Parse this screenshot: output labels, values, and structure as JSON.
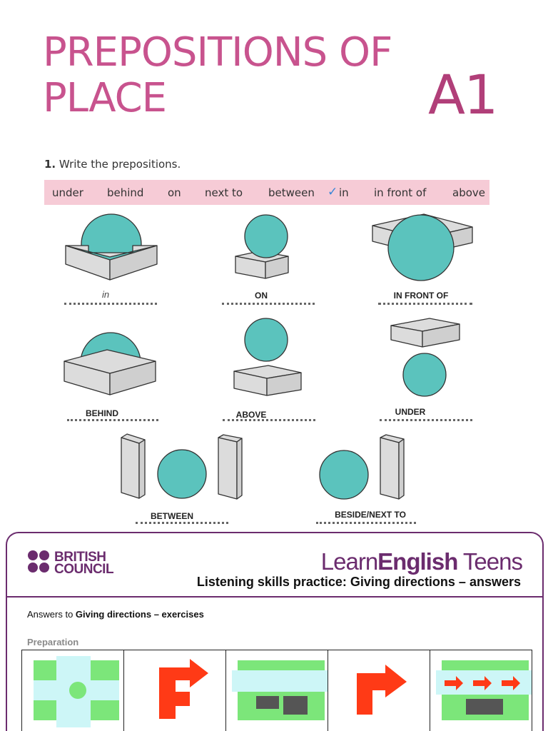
{
  "header": {
    "title_line1": "PREPOSITIONS OF",
    "title_line2": "PLACE",
    "level": "A1",
    "title_color": "#c8538e"
  },
  "exercise": {
    "number": "1.",
    "instruction": "Write the prepositions.",
    "word_bank": [
      "under",
      "behind",
      "on",
      "next to",
      "between",
      "in",
      "in front of",
      "above"
    ],
    "checked_word": "in",
    "word_bank_color": "#f6cbd6",
    "answers": [
      "in",
      "ON",
      "IN FRONT OF",
      "BEHIND",
      "ABOVE",
      "UNDER",
      "BETWEEN",
      "BESIDE/NEXT TO"
    ],
    "ball_color": "#5bc3bd",
    "box_color": "#dcdcdc"
  },
  "document": {
    "logo_text_line1": "BRITISH",
    "logo_text_line2": "COUNCIL",
    "brand_light": "Learn",
    "brand_bold": "English",
    "brand_tail": " Teens",
    "subtitle": "Listening skills practice: Giving directions – answers",
    "intro_prefix": "Answers to ",
    "intro_bold": "Giving directions – exercises",
    "section": "Preparation",
    "accent_color": "#6b2c6e",
    "icons": [
      "roundabout-icon",
      "second-right-turn-icon",
      "building-street-icon",
      "right-turn-icon",
      "one-way-street-icon"
    ]
  }
}
